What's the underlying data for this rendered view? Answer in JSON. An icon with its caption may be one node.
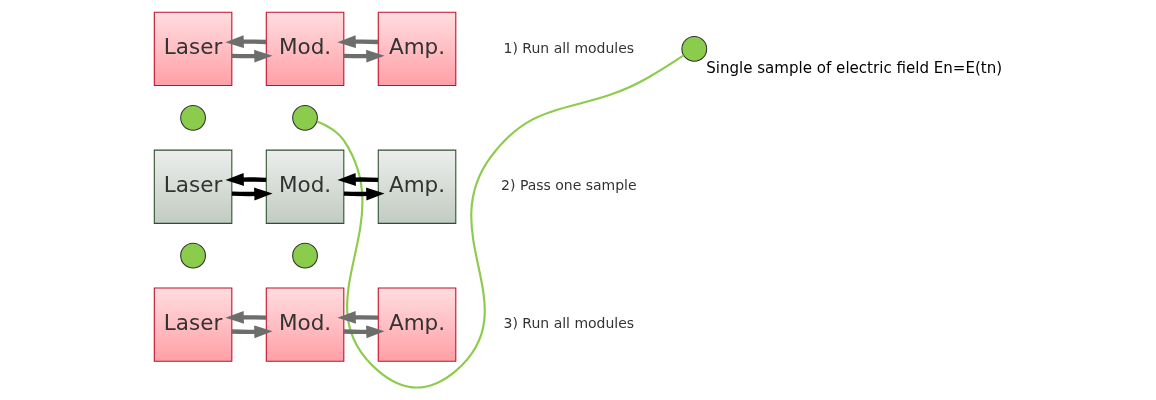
{
  "diagram": {
    "nodes": [
      {
        "text": [
          "Laser"
        ]
      },
      {
        "text": [
          "Mod."
        ]
      },
      {
        "text": [
          "Amp."
        ]
      },
      {
        "text": [],
        "shape": "circle",
        "beside": [
          "Single sample of electric field En=E(tn)"
        ]
      },
      {
        "text": [],
        "shape": "circle"
      },
      {
        "text": [],
        "shape": "circle"
      },
      {
        "text": [
          "Laser"
        ]
      },
      {
        "text": [
          "Mod."
        ]
      },
      {
        "text": [
          "Amp."
        ]
      },
      {
        "text": [],
        "shape": "circle"
      },
      {
        "text": [],
        "shape": "circle"
      },
      {
        "text": [
          "Laser"
        ]
      },
      {
        "text": [
          "Mod."
        ]
      },
      {
        "text": [
          "Amp."
        ]
      }
    ],
    "edges": [
      {
        "from": 0,
        "to": 1,
        "arrow": "to"
      },
      {
        "from": 1,
        "to": 0,
        "arrow": "to"
      },
      {
        "from": 1,
        "to": 2,
        "arrow": "to"
      },
      {
        "from": 2,
        "to": 1,
        "arrow": "to"
      },
      {
        "from": 3,
        "to": 5,
        "arrow": "none",
        "color": "#8ccc4c"
      },
      {
        "from": 6,
        "to": 7,
        "arrow": "to",
        "color": "#000000"
      },
      {
        "from": 7,
        "to": 6,
        "arrow": "to",
        "color": "#000000"
      },
      {
        "from": 7,
        "to": 8,
        "arrow": "to",
        "color": "#000000"
      },
      {
        "from": 8,
        "to": 7,
        "arrow": "to",
        "color": "#000000"
      },
      {
        "from": 11,
        "to": 12,
        "arrow": "to"
      },
      {
        "from": 12,
        "to": 11,
        "arrow": "to"
      },
      {
        "from": 12,
        "to": 13,
        "arrow": "to"
      },
      {
        "from": 13,
        "to": 12,
        "arrow": "to"
      }
    ],
    "labels": [
      "1) Run all modules",
      "2) Pass one sample",
      "3) Run all modules"
    ]
  }
}
